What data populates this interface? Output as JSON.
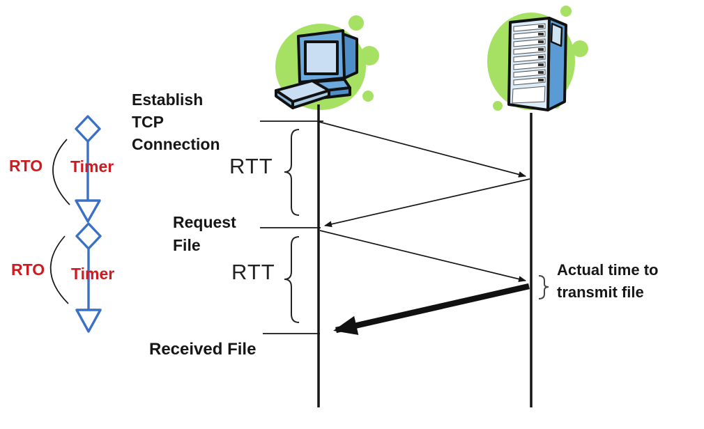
{
  "colors": {
    "accent_red": "#cf1a20",
    "timer_blue": "#3a70c5",
    "line_black": "#161616",
    "blob_green": "#a7e163"
  },
  "actors": {
    "client": {
      "icon": "desktop-computer-icon",
      "role": "client"
    },
    "server": {
      "icon": "server-tower-icon",
      "role": "server"
    }
  },
  "messages": [
    {
      "from": "client",
      "to": "server",
      "weight": "thin"
    },
    {
      "from": "server",
      "to": "client",
      "weight": "thin"
    },
    {
      "from": "client",
      "to": "server",
      "weight": "thin"
    },
    {
      "from": "server",
      "to": "client",
      "weight": "thick"
    }
  ],
  "labels": {
    "establish_line1": "Establish",
    "establish_line2": "TCP",
    "establish_line3": "Connection",
    "rtt_top": "RTT",
    "request_line1": "Request",
    "request_line2": "File",
    "rtt_bottom": "RTT",
    "received_file": "Received File",
    "actual_line1": "Actual time to",
    "actual_line2": "transmit file",
    "rto_top": "RTO",
    "timer_top": "Timer",
    "rto_bottom": "RTO",
    "timer_bottom": "Timer"
  }
}
